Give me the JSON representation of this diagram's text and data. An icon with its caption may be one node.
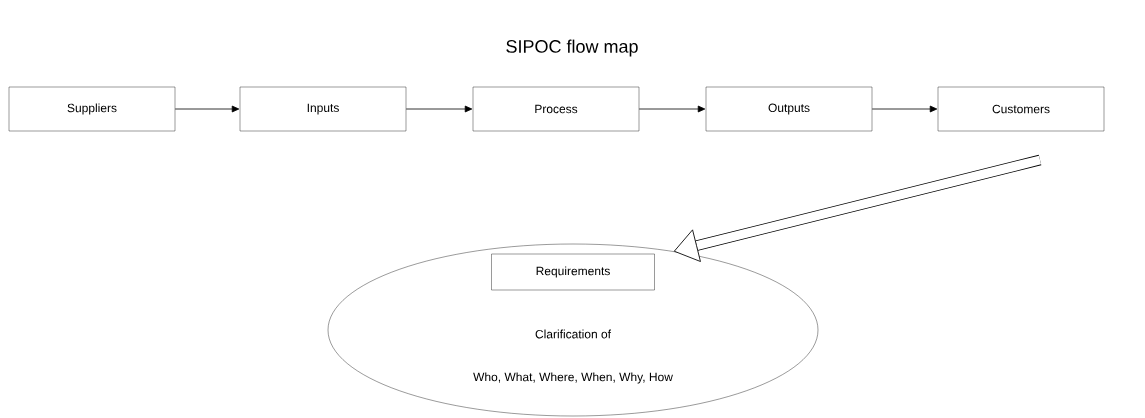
{
  "diagram": {
    "title": "SIPOC flow map",
    "nodes": [
      {
        "text": [
          "Suppliers"
        ]
      },
      {
        "text": [
          "Inputs"
        ]
      },
      {
        "text": [
          "Process"
        ]
      },
      {
        "text": [
          "Outputs"
        ]
      },
      {
        "text": [
          "Customers"
        ]
      },
      {
        "text": [
          "Clarification of",
          "Who, What, Where, When, Why, How"
        ]
      },
      {
        "text": [
          "Requirements"
        ],
        "in": 5
      }
    ],
    "edges": [
      {
        "from": 0,
        "to": 1,
        "arrow": "to"
      },
      {
        "from": 1,
        "to": 2,
        "arrow": "to"
      },
      {
        "from": 2,
        "to": 3,
        "arrow": "to"
      },
      {
        "from": 3,
        "to": 4,
        "arrow": "to"
      },
      {
        "from": null,
        "to": 5,
        "arrow": "to",
        "style": "thick"
      }
    ]
  }
}
